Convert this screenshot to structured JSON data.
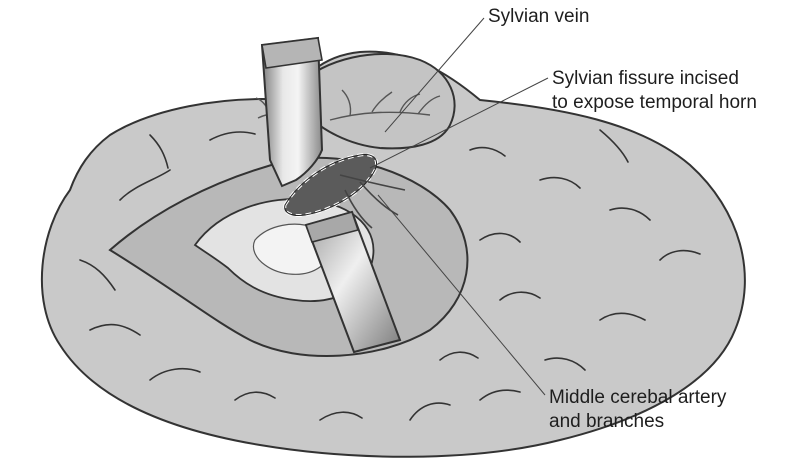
{
  "labels": {
    "sylvian_vein": "Sylvian vein",
    "sylvian_fissure_line1": "Sylvian fissure incised",
    "sylvian_fissure_line2": "to expose temporal horn",
    "mca_line1": "Middle cerebal artery",
    "mca_line2": "and branches"
  },
  "colors": {
    "brain_fill": "#c9c9c9",
    "brain_dark": "#9f9f9f",
    "ventricle_fill": "#e6e6e6",
    "retractor_light": "#e2e2e2",
    "retractor_dark": "#8e8e8e",
    "outline": "#333333",
    "incision_dash": "#ffffff"
  }
}
